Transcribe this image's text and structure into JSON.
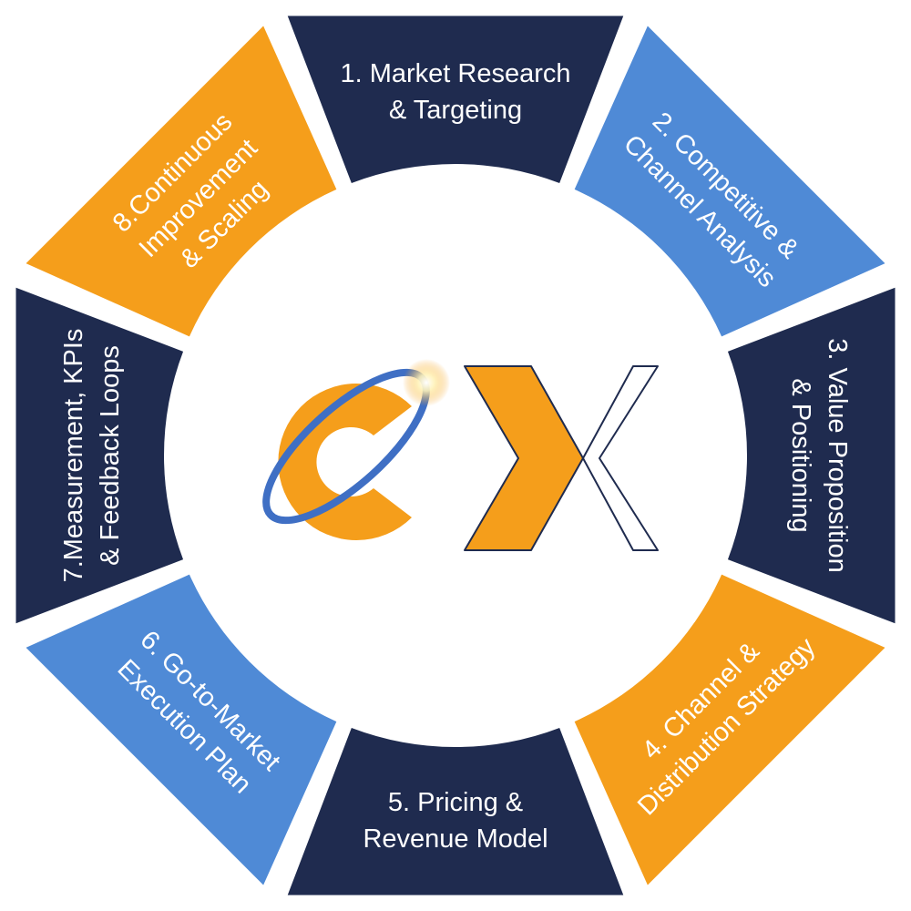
{
  "colors": {
    "navy": "#1f2b4f",
    "blue": "#4f8ad6",
    "orange": "#f59e1b",
    "center": "#ffffff",
    "ring": "#3f6fc4",
    "spark": "#fff2b8"
  },
  "segments": [
    {
      "name": "segment-1-market-research",
      "color": "navy",
      "lines": [
        "1. Market Research",
        "& Targeting"
      ]
    },
    {
      "name": "segment-2-competitive-channel-analysis",
      "color": "blue",
      "lines": [
        "2. Competitive &",
        "Channel Analysis"
      ]
    },
    {
      "name": "segment-3-value-proposition",
      "color": "navy",
      "lines": [
        "3. Value Proposition",
        "& Positioning"
      ]
    },
    {
      "name": "segment-4-channel-distribution",
      "color": "orange",
      "lines": [
        "4. Channel &",
        "Distribution Strategy"
      ]
    },
    {
      "name": "segment-5-pricing-revenue",
      "color": "navy",
      "lines": [
        "5. Pricing &",
        "Revenue Model"
      ]
    },
    {
      "name": "segment-6-go-to-market",
      "color": "blue",
      "lines": [
        "6. Go-to-Market",
        "Execution Plan"
      ]
    },
    {
      "name": "segment-7-measurement-kpis",
      "color": "navy",
      "lines": [
        "7.Measurement, KPIs",
        "& Feedback Loops"
      ]
    },
    {
      "name": "segment-8-continuous-improvement",
      "color": "orange",
      "lines": [
        "8.Continuous",
        "Improvement",
        "& Scaling"
      ]
    }
  ],
  "logo": {
    "text": "CX",
    "icon": "cx-logo-with-orbit-ring"
  }
}
